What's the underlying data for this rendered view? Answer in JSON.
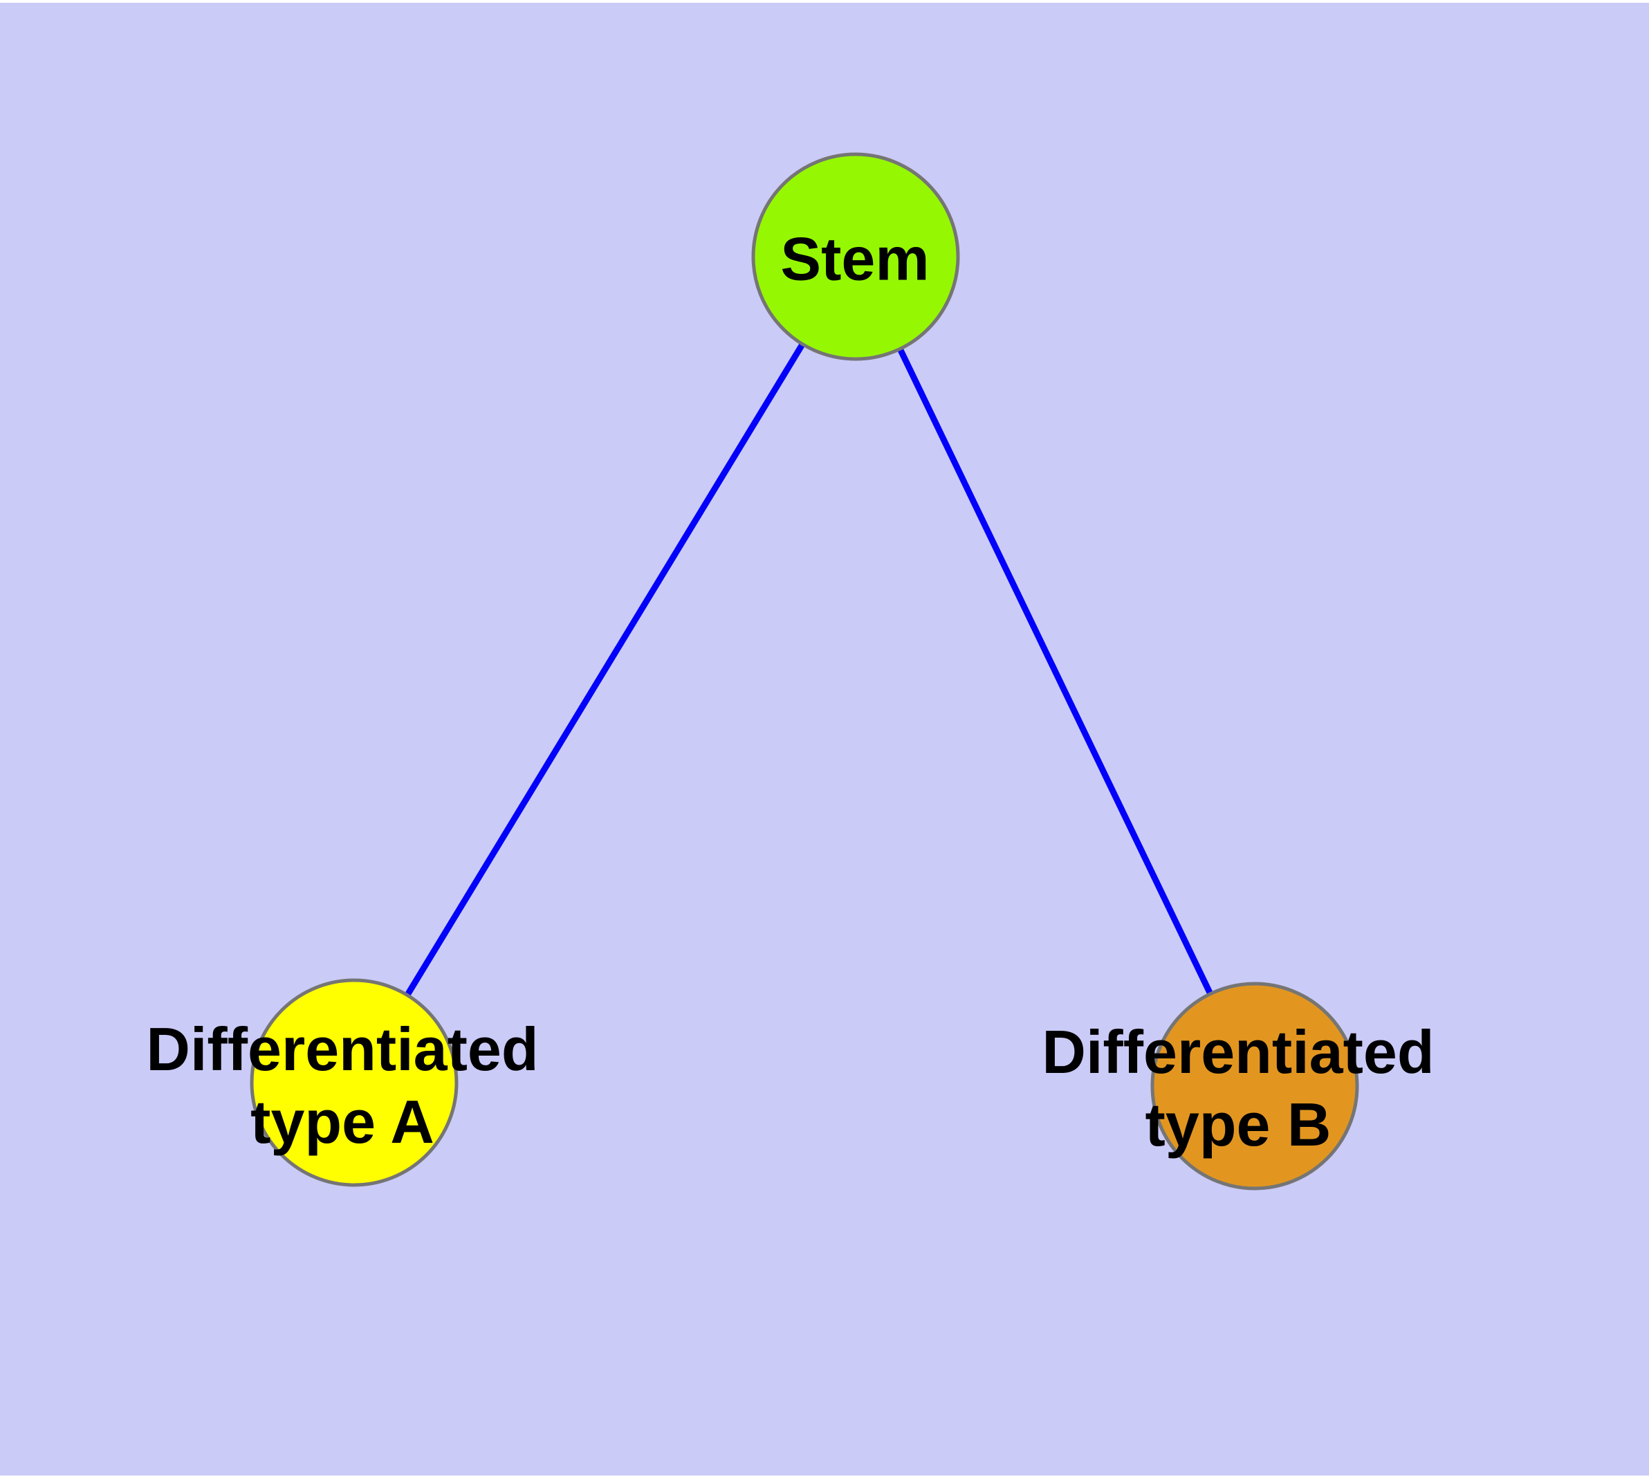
{
  "diagram": {
    "type": "node-link-graph",
    "background_color": "#CBCBF8",
    "margin_color": "#FFFFFF",
    "edge_color": "#0202FA",
    "node_border_color": "#757575",
    "label_color": "#000000",
    "nodes": [
      {
        "id": "stem",
        "label": "Stem",
        "fill": "#95F802",
        "shape": "circle"
      },
      {
        "id": "differentiated-type-a",
        "label": "Differentiated\ntype A",
        "fill": "#FFFF00",
        "shape": "circle"
      },
      {
        "id": "differentiated-type-b",
        "label": "Differentiated\ntype B",
        "fill": "#E29620",
        "shape": "circle"
      }
    ],
    "edges": [
      {
        "from": "stem",
        "to": "differentiated-type-a"
      },
      {
        "from": "stem",
        "to": "differentiated-type-b"
      }
    ]
  }
}
